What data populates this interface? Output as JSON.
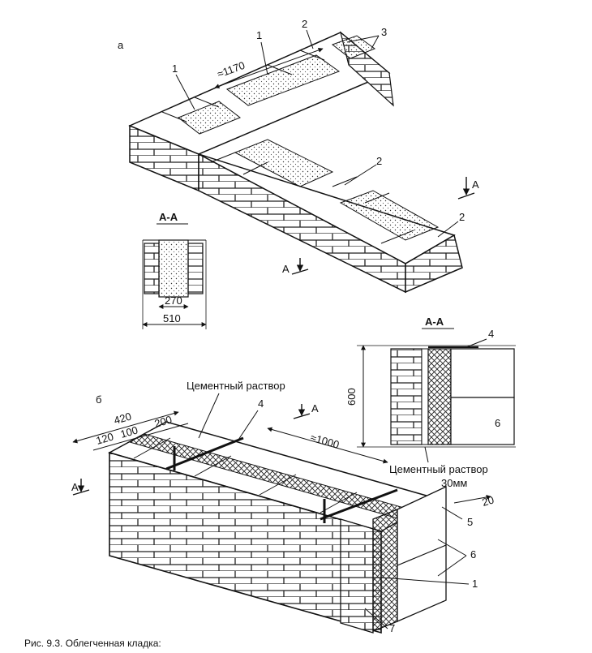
{
  "figure_a": {
    "panel_label": "а",
    "callouts": [
      "1",
      "1",
      "2",
      "2",
      "2",
      "3"
    ],
    "dim_length": "≈1170",
    "section_cut": "А",
    "section": {
      "title": "А-А",
      "dim_core": "270",
      "dim_total": "510"
    }
  },
  "figure_b": {
    "panel_label": "б",
    "mortar_label_top": "Цементный раствор",
    "dims_top": [
      "420",
      "120",
      "100",
      "200"
    ],
    "dim_length": "≈1000",
    "dim_offset": "20",
    "section_cut": "А",
    "callouts": [
      "4",
      "5",
      "6",
      "1",
      "7"
    ],
    "section": {
      "title": "А-А",
      "callout_top": "4",
      "callout_side": "6",
      "dim_height": "600",
      "mortar_label": "Цементный раствор",
      "mortar_thickness": "30мм"
    }
  },
  "caption": "Рис. 9.3. Облегченная кладка:"
}
